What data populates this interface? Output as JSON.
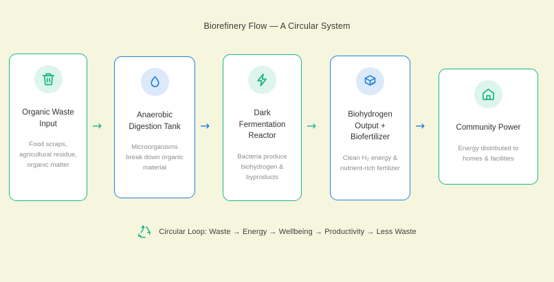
{
  "page": {
    "title": "Biorefinery Flow — A Circular System",
    "background_color": "#f6f5de",
    "accent_teal": "#16b886",
    "accent_blue": "#1f7fe0"
  },
  "flow": {
    "steps": [
      {
        "icon": "trash-icon",
        "title": "Organic Waste Input",
        "description": "Food scraps, agricultural residue, organic matter",
        "color": "#16b886",
        "accent_bg": "#ddf5ec"
      },
      {
        "icon": "droplet-icon",
        "title": "Anaerobic Digestion Tank",
        "description": "Microorganisms break down organic material",
        "color": "#1f7fe0",
        "accent_bg": "#dbe9fb"
      },
      {
        "icon": "lightning-bolt-icon",
        "title": "Dark Fermentation Reactor",
        "description": "Bacteria produce biohydrogen & byproducts",
        "color": "#16b886",
        "accent_bg": "#ddf5ec"
      },
      {
        "icon": "package-check-icon",
        "title": "Biohydrogen Output + Biofertilizer",
        "description": "Clean H₂ energy & nutrient-rich fertilizer",
        "color": "#1f7fe0",
        "accent_bg": "#dbe9fb"
      },
      {
        "icon": "home-icon",
        "title": "Community Power",
        "description": "Energy distributed to homes & facilities",
        "color": "#16b886",
        "accent_bg": "#ddf5ec"
      }
    ],
    "connectors": [
      {
        "glyph": "→",
        "color": "#16b886"
      },
      {
        "glyph": "→",
        "color": "#1f7fe0"
      },
      {
        "glyph": "→",
        "color": "#16b886"
      },
      {
        "glyph": "→",
        "color": "#1f7fe0"
      }
    ]
  },
  "footer": {
    "icon": "recycle-icon",
    "text": "Circular Loop: Waste → Energy → Wellbeing → Productivity → Less Waste",
    "icon_color": "#16b886"
  }
}
